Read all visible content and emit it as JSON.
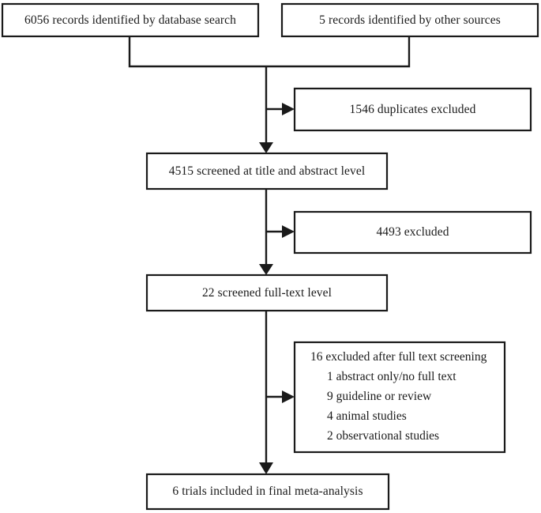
{
  "diagram": {
    "type": "prisma-flow-diagram",
    "title": "",
    "colors": {
      "box_border": "#1a1a1a",
      "box_fill": "#ffffff",
      "connector": "#1a1a1a",
      "text": "#1a1a1a",
      "background": "#ffffff"
    },
    "nodes": {
      "database_search": {
        "label": "6056 records identified by database search",
        "count": 6056,
        "stage": "identification"
      },
      "other_sources": {
        "label": "5 records identified by other sources",
        "count": 5,
        "stage": "identification"
      },
      "duplicates_excluded": {
        "label": "1546 duplicates excluded",
        "count": 1546,
        "stage": "exclusion"
      },
      "title_abstract_screened": {
        "label": "4515 screened at title and abstract level",
        "count": 4515,
        "stage": "screening"
      },
      "title_abstract_excluded": {
        "label": "4493 excluded",
        "count": 4493,
        "stage": "exclusion"
      },
      "full_text_screened": {
        "label": "22 screened full-text level",
        "count": 22,
        "stage": "eligibility"
      },
      "full_text_excluded": {
        "heading": "16 excluded after full text screening",
        "count": 16,
        "stage": "exclusion",
        "reasons": [
          {
            "label": "1 abstract only/no full text",
            "count": 1
          },
          {
            "label": "9 guideline or review",
            "count": 9
          },
          {
            "label": "4 animal studies",
            "count": 4
          },
          {
            "label": "2 observational studies",
            "count": 2
          }
        ]
      },
      "included": {
        "label": "6 trials included in final meta-analysis",
        "count": 6,
        "stage": "included"
      }
    }
  }
}
